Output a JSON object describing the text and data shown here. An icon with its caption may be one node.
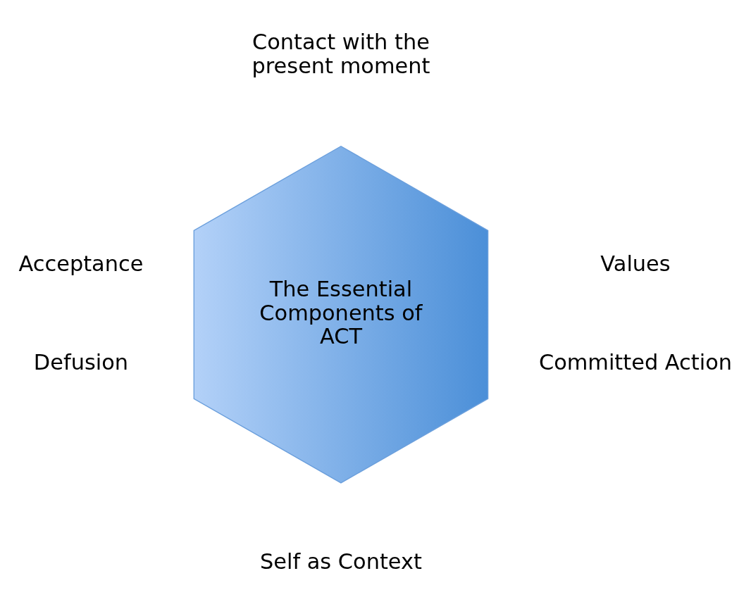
{
  "diagram": {
    "nodes": [
      {
        "text": [
          "The Essential Components of ACT"
        ]
      }
    ],
    "labels": [
      "Contact with the present moment",
      "Acceptance",
      "Values",
      "Defusion",
      "Committed Action",
      "Self as Context"
    ]
  }
}
